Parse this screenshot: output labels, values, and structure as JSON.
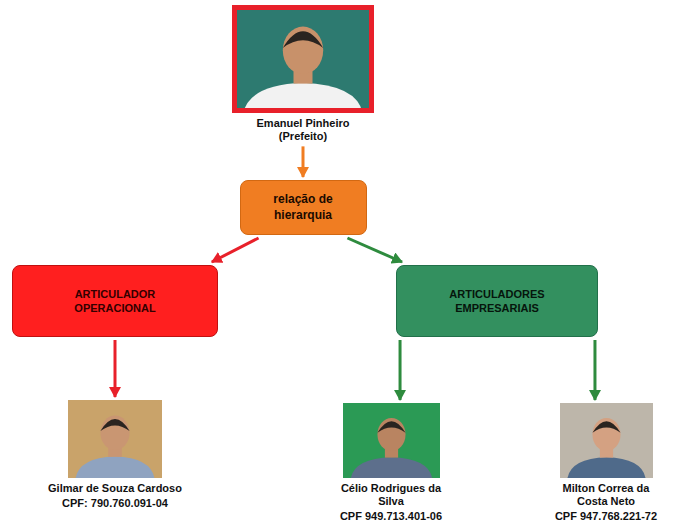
{
  "diagram": {
    "nodes": [
      {
        "text": [
          "Emanuel Pinheiro (Prefeito)"
        ]
      },
      {
        "text": [
          "relação de hierarquia"
        ]
      },
      {
        "text": [
          "ARTICULADOR OPERACIONAL"
        ]
      },
      {
        "text": [
          "ARTICULADORES EMPRESARIAIS"
        ]
      },
      {
        "text": [
          "Gilmar de Souza Cardoso",
          "CPF: 790.760.091-04"
        ]
      },
      {
        "text": [
          "Célio Rodrigues da Silva",
          "CPF 949.713.401-06"
        ]
      },
      {
        "text": [
          "Milton Correa da Costa Neto",
          "CPF 947.768.221-72"
        ]
      }
    ],
    "edges": [
      {
        "from": 0,
        "to": 1,
        "arrow": "to"
      },
      {
        "from": 1,
        "to": 2,
        "arrow": "to"
      },
      {
        "from": 1,
        "to": 3,
        "arrow": "to"
      },
      {
        "from": 2,
        "to": 4,
        "arrow": "to"
      },
      {
        "from": 3,
        "to": 5,
        "arrow": "to"
      },
      {
        "from": 3,
        "to": 6,
        "arrow": "to"
      }
    ]
  }
}
